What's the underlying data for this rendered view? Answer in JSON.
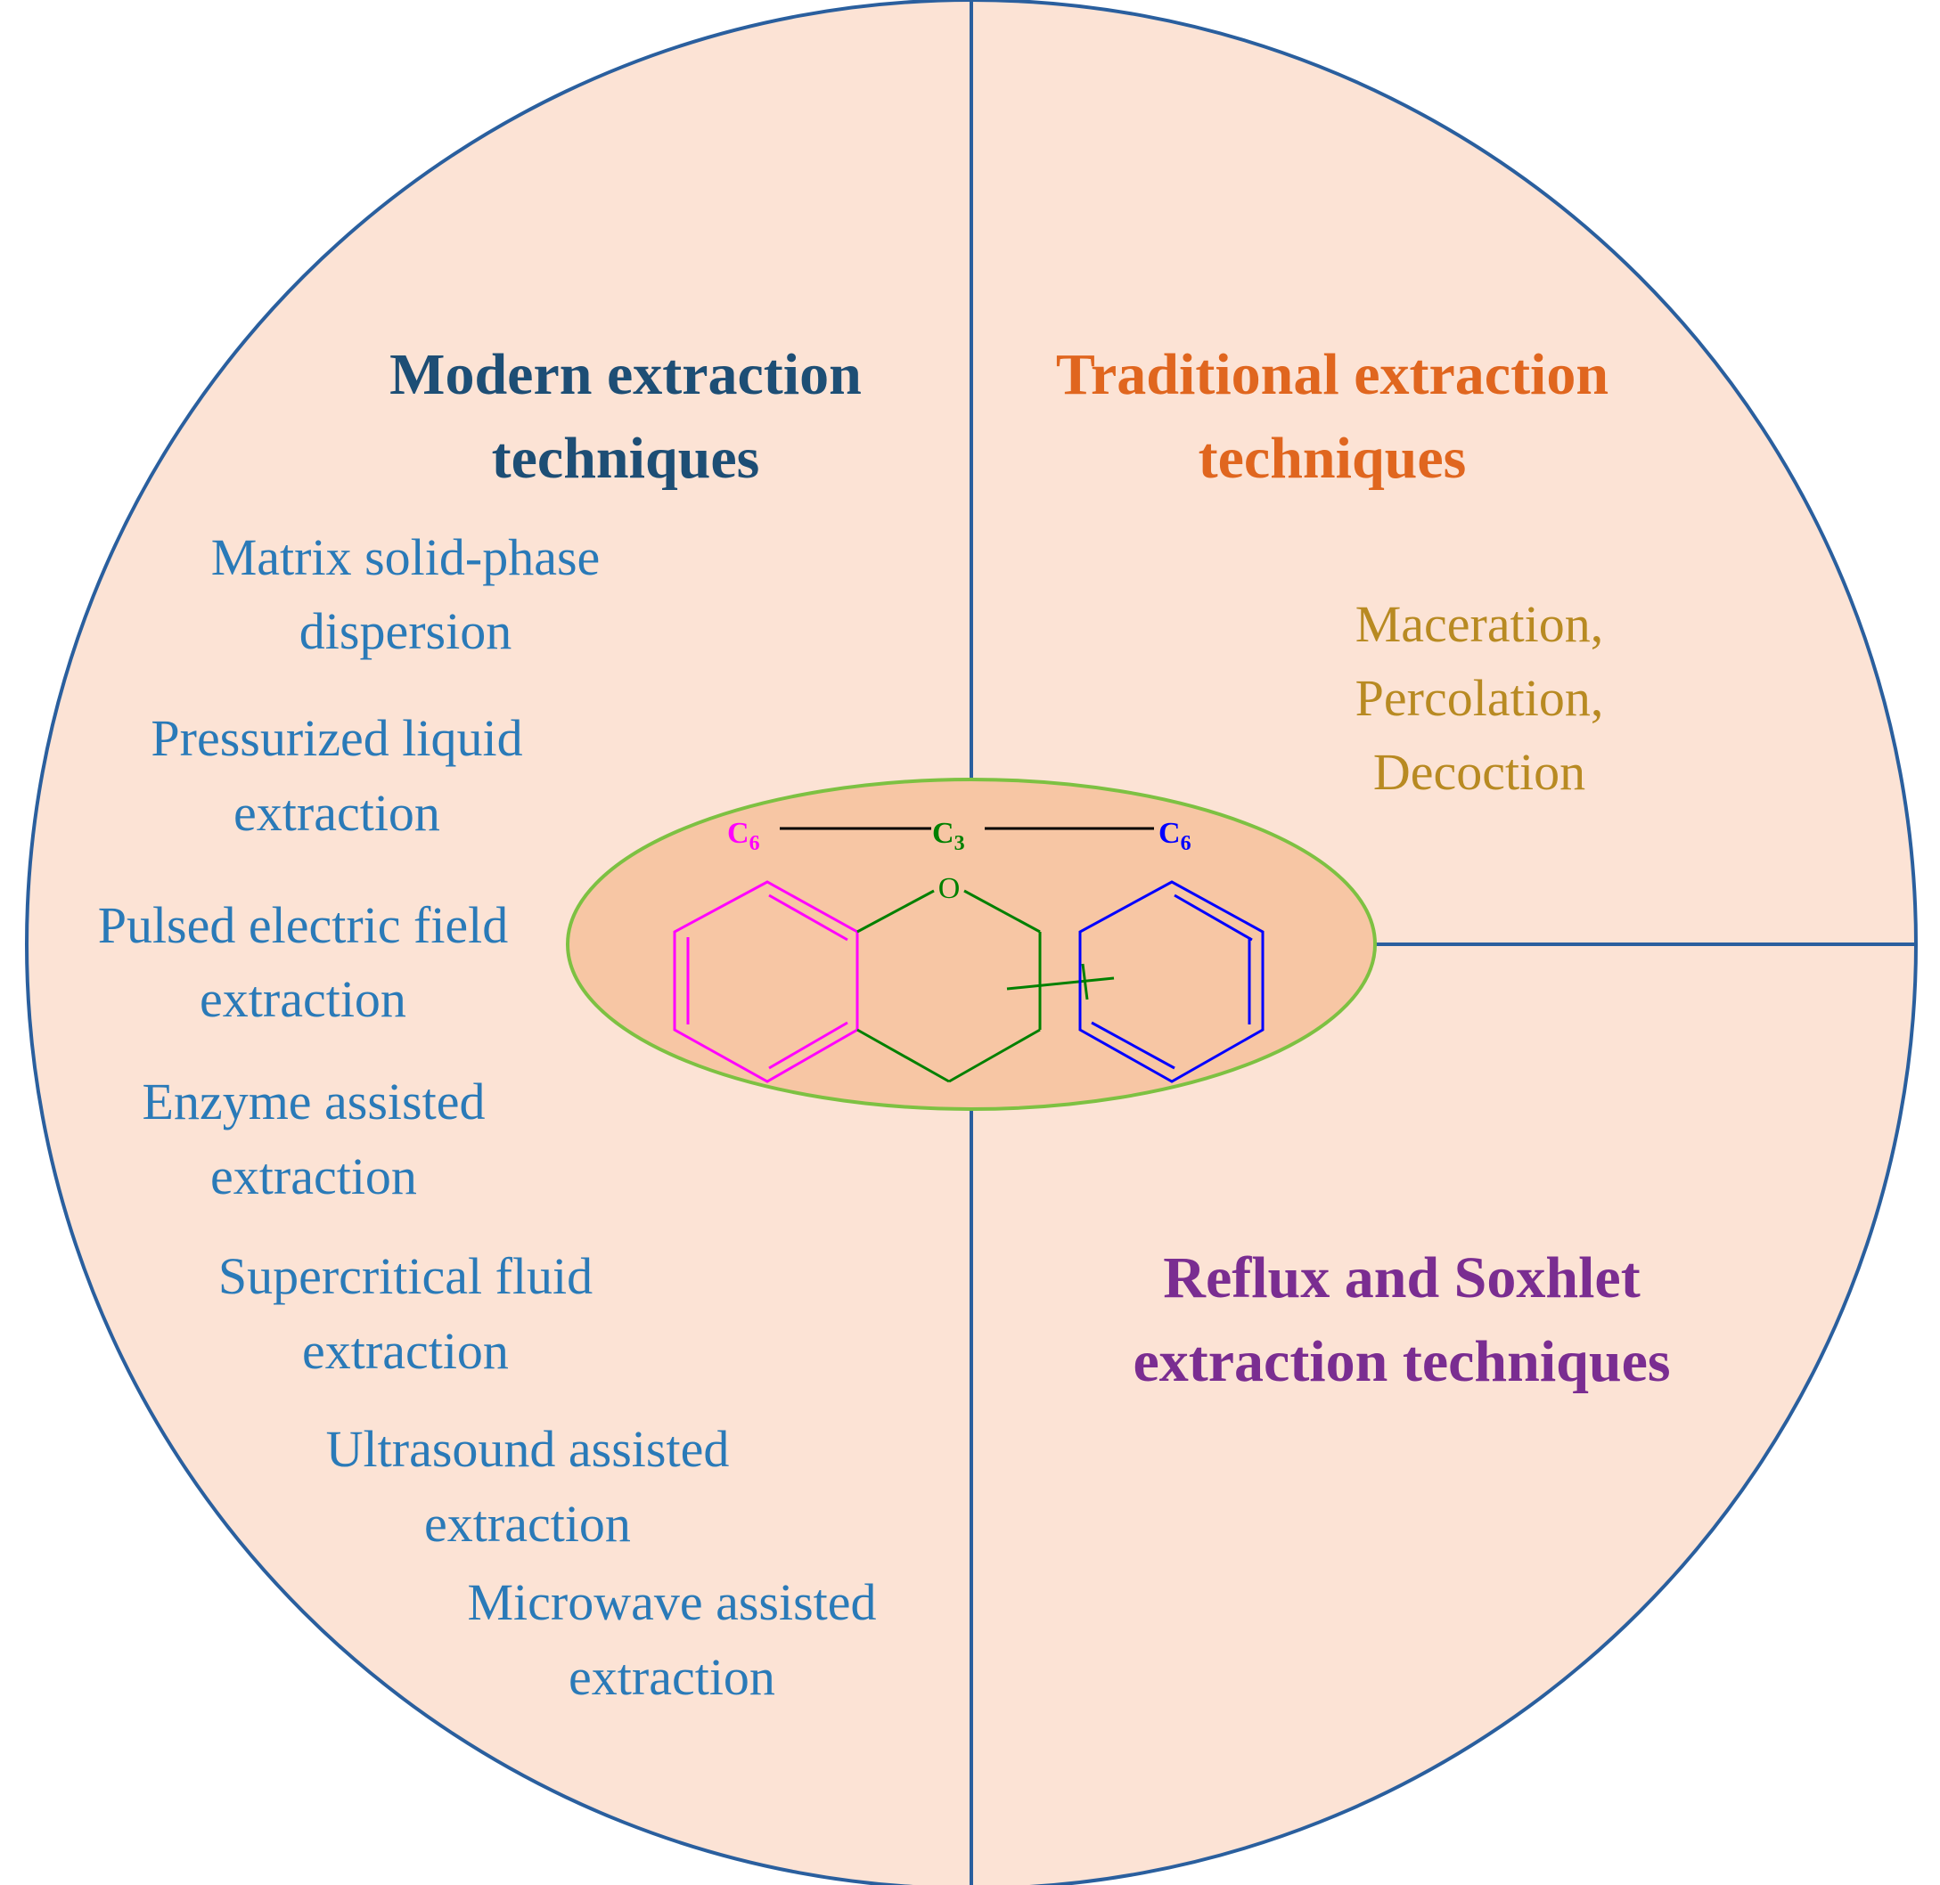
{
  "colors": {
    "fill": "#fce3d5",
    "ellipse_fill": "#f7c6a4",
    "ellipse_border": "#7dc142",
    "circle_border": "#2a5f9e",
    "modern_heading": "#1d4e75",
    "modern_items": "#2a7ab8",
    "traditional_heading": "#e0661f",
    "traditional_items": "#b88a22",
    "reflux_heading": "#7a2d91",
    "ring_a": "#ff00ff",
    "ring_c": "#008000",
    "ring_b": "#0000ff"
  },
  "modern": {
    "heading_line1": "Modern extraction",
    "heading_line2": "techniques",
    "items": [
      {
        "line1": "Matrix solid-phase",
        "line2": "dispersion"
      },
      {
        "line1": "Pressurized liquid",
        "line2": "extraction"
      },
      {
        "line1": "Pulsed electric field",
        "line2": "extraction"
      },
      {
        "line1": "Enzyme assisted",
        "line2": "extraction"
      },
      {
        "line1": "Supercritical fluid",
        "line2": "extraction"
      },
      {
        "line1": "Ultrasound assisted",
        "line2": "extraction"
      },
      {
        "line1": "Microwave assisted",
        "line2": "extraction"
      }
    ]
  },
  "traditional": {
    "heading_line1": "Traditional extraction",
    "heading_line2": "techniques",
    "items": [
      "Maceration,",
      "Percolation,",
      "Decoction"
    ]
  },
  "reflux": {
    "heading_line1": "Reflux and Soxhlet",
    "heading_line2": "extraction techniques"
  },
  "structure": {
    "c6_left": "C",
    "c6_left_sub": "6",
    "c3": "C",
    "c3_sub": "3",
    "c6_right": "C",
    "c6_right_sub": "6",
    "oxygen": "O"
  }
}
